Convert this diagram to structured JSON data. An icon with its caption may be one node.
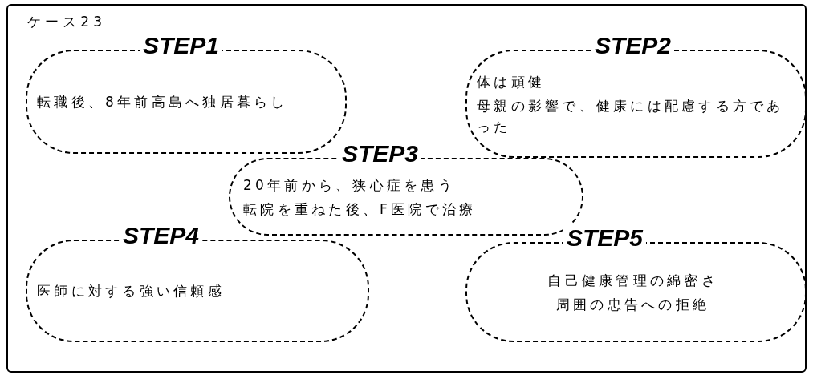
{
  "diagram": {
    "nodes": [
      {
        "text": [
          "ケース23"
        ]
      },
      {
        "text": [
          "STEP1",
          "転職後、8年前高島へ独居暮らし"
        ],
        "in": 0
      },
      {
        "text": [
          "STEP2",
          "体は頑健",
          "母親の影響で、健康には配慮する方であった"
        ],
        "in": 0
      },
      {
        "text": [
          "STEP3",
          "20年前から、狭心症を患う",
          "転院を重ねた後、F医院で治療"
        ],
        "in": 0
      },
      {
        "text": [
          "STEP4",
          "医師に対する強い信頼感"
        ],
        "in": 0
      },
      {
        "text": [
          "STEP5",
          "自己健康管理の綿密さ",
          "周囲の忠告への拒絶"
        ],
        "in": 0
      }
    ]
  }
}
